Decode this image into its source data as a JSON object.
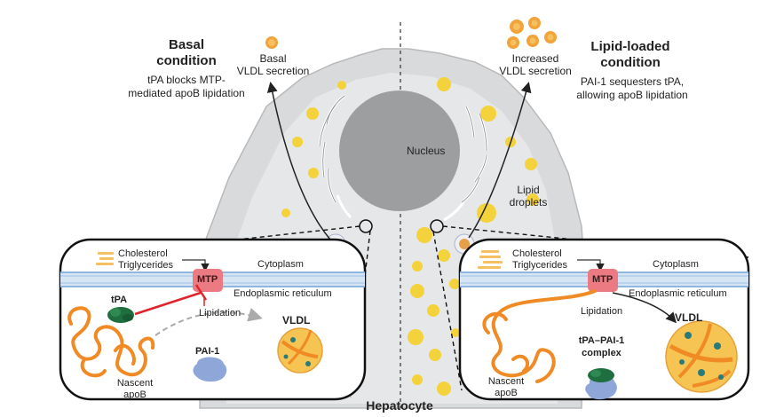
{
  "left": {
    "title_line1": "Basal",
    "title_line2": "condition",
    "desc_line1": "tPA blocks MTP-",
    "desc_line2": "mediated apoB lipidation",
    "secretion_line1": "Basal",
    "secretion_line2": "VLDL secretion",
    "cholesterol": "Cholesterol",
    "triglycerides": "Triglycerides",
    "cytoplasm": "Cytoplasm",
    "er": "Endoplasmic reticulum",
    "mtp": "MTP",
    "tpa": "tPA",
    "lipidation": "Lipidation",
    "vldl": "VLDL",
    "pai1": "PAI-1",
    "nascent_line1": "Nascent",
    "nascent_line2": "apoB"
  },
  "right": {
    "title_line1": "Lipid-loaded",
    "title_line2": "condition",
    "desc_line1": "PAI-1 sequesters tPA,",
    "desc_line2": "allowing apoB lipidation",
    "secretion_line1": "Increased",
    "secretion_line2": "VLDL secretion",
    "cholesterol": "Cholesterol",
    "triglycerides": "Triglycerides",
    "cytoplasm": "Cytoplasm",
    "er": "Endoplasmic reticulum",
    "mtp": "MTP",
    "lipidation": "Lipidation",
    "vldl": "VLDL",
    "complex_line1": "tPA–PAI-1",
    "complex_line2": "complex",
    "nascent_line1": "Nascent",
    "nascent_line2": "apoB"
  },
  "center": {
    "nucleus": "Nucleus",
    "lipid_line1": "Lipid",
    "lipid_line2": "droplets",
    "hepatocyte": "Hepatocyte"
  },
  "colors": {
    "cell": "#d9dadb",
    "nucleus": "#9d9ea0",
    "lipid": "#f4d23c",
    "protein": "#f08a24",
    "mtp": "#ec7a82",
    "inhibit": "#e0242e",
    "tpa": "#1f6e3f",
    "pai1": "#8ea6d8",
    "membrane": "#8eb6df"
  }
}
